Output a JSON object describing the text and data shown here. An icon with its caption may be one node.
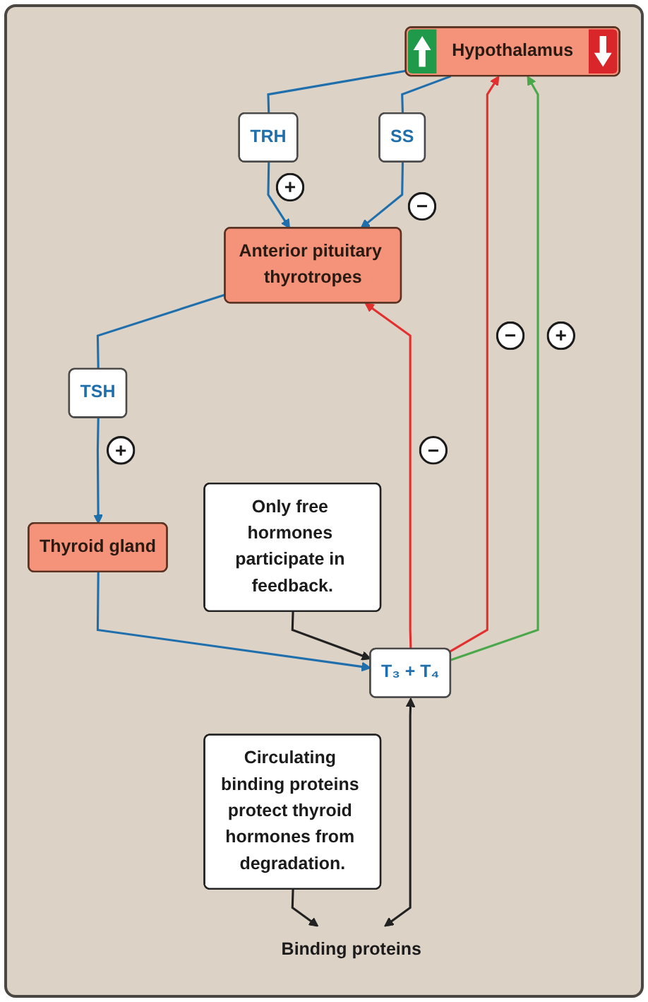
{
  "diagram": {
    "nodes": [
      {
        "text": [
          "Hypothalamus"
        ]
      },
      {
        "text": [
          "TRH"
        ]
      },
      {
        "text": [
          "SS"
        ]
      },
      {
        "text": [
          "Anterior pituitary thyrotropes"
        ]
      },
      {
        "text": [
          "TSH"
        ]
      },
      {
        "text": [
          "Thyroid gland"
        ]
      },
      {
        "text": [
          "T₃ + T₄"
        ]
      },
      {
        "text": [
          "Only free hormones participate in feedback."
        ]
      },
      {
        "text": [
          "Binding proteins"
        ]
      },
      {
        "text": [
          "Circulating binding proteins protect thyroid hormones from degradation."
        ]
      }
    ],
    "edges": [
      {
        "from": 0,
        "to": 1,
        "arrow": "none"
      },
      {
        "from": 1,
        "to": 3,
        "arrow": "to",
        "label": "+"
      },
      {
        "from": 0,
        "to": 2,
        "arrow": "none"
      },
      {
        "from": 2,
        "to": 3,
        "arrow": "to",
        "label": "−"
      },
      {
        "from": 3,
        "to": 4,
        "arrow": "none"
      },
      {
        "from": 4,
        "to": 5,
        "arrow": "to",
        "label": "+"
      },
      {
        "from": 5,
        "to": 6,
        "arrow": "to"
      },
      {
        "from": 6,
        "to": 0,
        "arrow": "to",
        "label": "−",
        "color": "#e3302f"
      },
      {
        "from": 6,
        "to": 3,
        "arrow": "to",
        "label": "−",
        "color": "#e3302f"
      },
      {
        "from": 6,
        "to": 0,
        "arrow": "to",
        "label": "+",
        "color": "#4aa84a"
      },
      {
        "from": 6,
        "to": 8,
        "arrow": "both",
        "color": "#222222"
      },
      {
        "from": 7,
        "to": 6,
        "arrow": "to",
        "color": "#222222"
      },
      {
        "from": 9,
        "to": 8,
        "arrow": "to",
        "color": "#222222"
      }
    ]
  }
}
